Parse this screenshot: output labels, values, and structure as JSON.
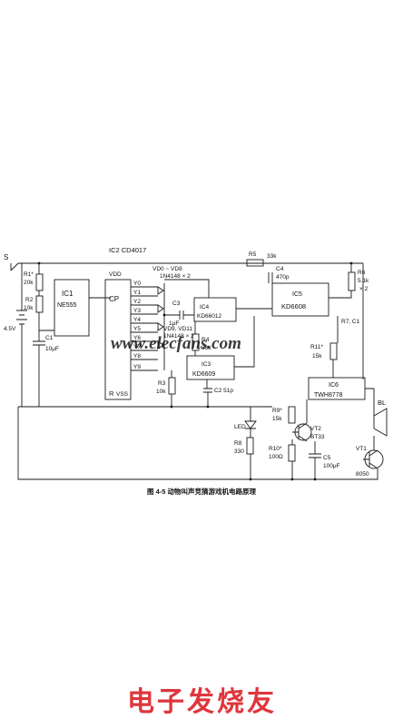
{
  "figure": {
    "caption": "图 4-5  动物叫声竞猜游戏机电路原理",
    "chip_label": "IC2  CD4017",
    "ic1": {
      "name": "IC1",
      "part": "NE555"
    },
    "ic2": {
      "cp": "CP",
      "r": "R",
      "vdd": "VDD",
      "vss": "VSS"
    },
    "ic3": {
      "name": "IC3",
      "part": "KD6609"
    },
    "ic4": {
      "name": "IC4",
      "part": "KD66012"
    },
    "ic5": {
      "name": "IC5",
      "part": "KD6608"
    },
    "ic6": {
      "name": "IC6",
      "part": "TWH8778"
    },
    "labels": {
      "s": "S",
      "r1": "R1*",
      "r1v": "20k",
      "r2": "R2",
      "r2v": "10k",
      "c1": "C1",
      "c1v": "10μF",
      "bat": "4.5V",
      "vd0": "VD0 ~ VD8",
      "vd0b": "1N4148 × 2",
      "vd9": "VD9, VD11",
      "vd9b": "1N4148 × 2",
      "c3": "C3",
      "c3v": "1μF",
      "r3": "R3",
      "r3v": "10k",
      "r4": "R4",
      "r4v": "33k",
      "r5": "R5",
      "r5v": "33k",
      "c4": "C4",
      "c4v": "470p",
      "r6": "R6",
      "r6v": "5.1k",
      "r6m": "× 2",
      "r7": "R7, C1",
      "r11": "R11*",
      "r11v": "15k",
      "c2": "C2 51p",
      "led": "LED",
      "r8": "R8",
      "r8v": "330",
      "r9": "R9*",
      "r9v": "15k",
      "r10": "R10*",
      "r10v": "100Ω",
      "c5": "C5",
      "c5v": "100μF",
      "vt2": "VT2",
      "vt2v": "BT33",
      "vt1": "VT1",
      "vt1v": "8050",
      "bl": "BL"
    },
    "outputs": [
      "Y0",
      "Y1",
      "Y2",
      "Y3",
      "Y4",
      "Y5",
      "Y6",
      "Y7",
      "Y8",
      "Y9"
    ],
    "watermark_site": "www.elecfans.com",
    "watermark_cn": "电子发烧友"
  }
}
